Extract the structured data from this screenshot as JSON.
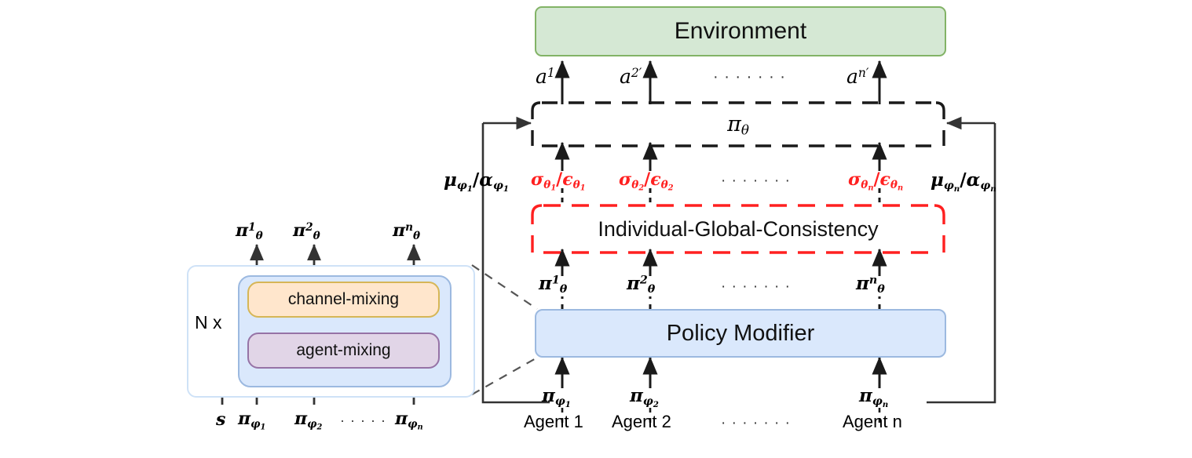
{
  "diagram": {
    "title_boxes": {
      "environment": "Environment",
      "policy_modifier": "Policy Modifier",
      "consistency": "Individual-Global-Consistency",
      "channel_mixing": "channel-mixing",
      "agent_mixing": "agent-mixing"
    },
    "colors": {
      "environment_fill": "#d5e8d4",
      "environment_border": "#82b366",
      "blue_fill": "#dae8fc",
      "blue_border": "#9cb9e0",
      "orange_fill": "#ffe6cc",
      "orange_border": "#d6b656",
      "purple_fill": "#e1d5e7",
      "purple_border": "#9673a6",
      "panel_fill": "#ffffff",
      "panel_border": "#cfe2f7",
      "inner_fill": "#dae8fc",
      "red_accent": "#ff2020",
      "line": "#333333"
    },
    "repeat_label": "N x",
    "ellipsis_short": "· · · · ·",
    "ellipsis_long": "· · · · · · ·",
    "actions": [
      {
        "base": "a",
        "sup": "1"
      },
      {
        "base": "a",
        "sup": "2′"
      },
      {
        "base": "a",
        "sup": "n′"
      }
    ],
    "global_policy": {
      "base": "π",
      "sub": "θ"
    },
    "modifier_outputs": [
      {
        "base": "π",
        "sup": "1",
        "sub": "θ"
      },
      {
        "base": "π",
        "sup": "2",
        "sub": "θ"
      },
      {
        "base": "π",
        "sup": "n",
        "sub": "θ"
      }
    ],
    "left_panel_outputs": [
      {
        "base": "π",
        "sup": "1",
        "sub": "θ"
      },
      {
        "base": "π",
        "sup": "2",
        "sub": "θ"
      },
      {
        "base": "π",
        "sup": "n",
        "sub": "θ"
      }
    ],
    "agent_policies": [
      {
        "base": "π",
        "sub": "φ",
        "sub2": "1"
      },
      {
        "base": "π",
        "sub": "φ",
        "sub2": "2"
      },
      {
        "base": "π",
        "sub": "φ",
        "sub2": "n"
      }
    ],
    "left_panel_inputs": {
      "state": "s",
      "policies": [
        {
          "base": "π",
          "sub": "φ",
          "sub2": "1"
        },
        {
          "base": "π",
          "sub": "φ",
          "sub2": "2"
        },
        {
          "base": "π",
          "sub": "φ",
          "sub2": "n"
        }
      ]
    },
    "agents": [
      "Agent 1",
      "Agent 2",
      "Agent n"
    ],
    "sigma_eps_labels": [
      {
        "sigma": "σ",
        "sigma_sub": "θ",
        "sigma_sub2": "1",
        "sep": "/",
        "eps": "ϵ",
        "eps_sub": "θ",
        "eps_sub2": "1"
      },
      {
        "sigma": "σ",
        "sigma_sub": "θ",
        "sigma_sub2": "2",
        "sep": "/",
        "eps": "ϵ",
        "eps_sub": "θ",
        "eps_sub2": "2"
      },
      {
        "sigma": "σ",
        "sigma_sub": "θ",
        "sigma_sub2": "n",
        "sep": "/",
        "eps": "ϵ",
        "eps_sub": "θ",
        "eps_sub2": "n"
      }
    ],
    "mu_alpha_labels": [
      {
        "mu": "μ",
        "mu_sub": "φ",
        "mu_sub2": "1",
        "sep": "/",
        "alpha": "α",
        "alpha_sub": "φ",
        "alpha_sub2": "1"
      },
      {
        "mu": "μ",
        "mu_sub": "φ",
        "mu_sub2": "n",
        "sep": "/",
        "alpha": "α",
        "alpha_sub": "φ",
        "alpha_sub2": "n"
      }
    ]
  }
}
